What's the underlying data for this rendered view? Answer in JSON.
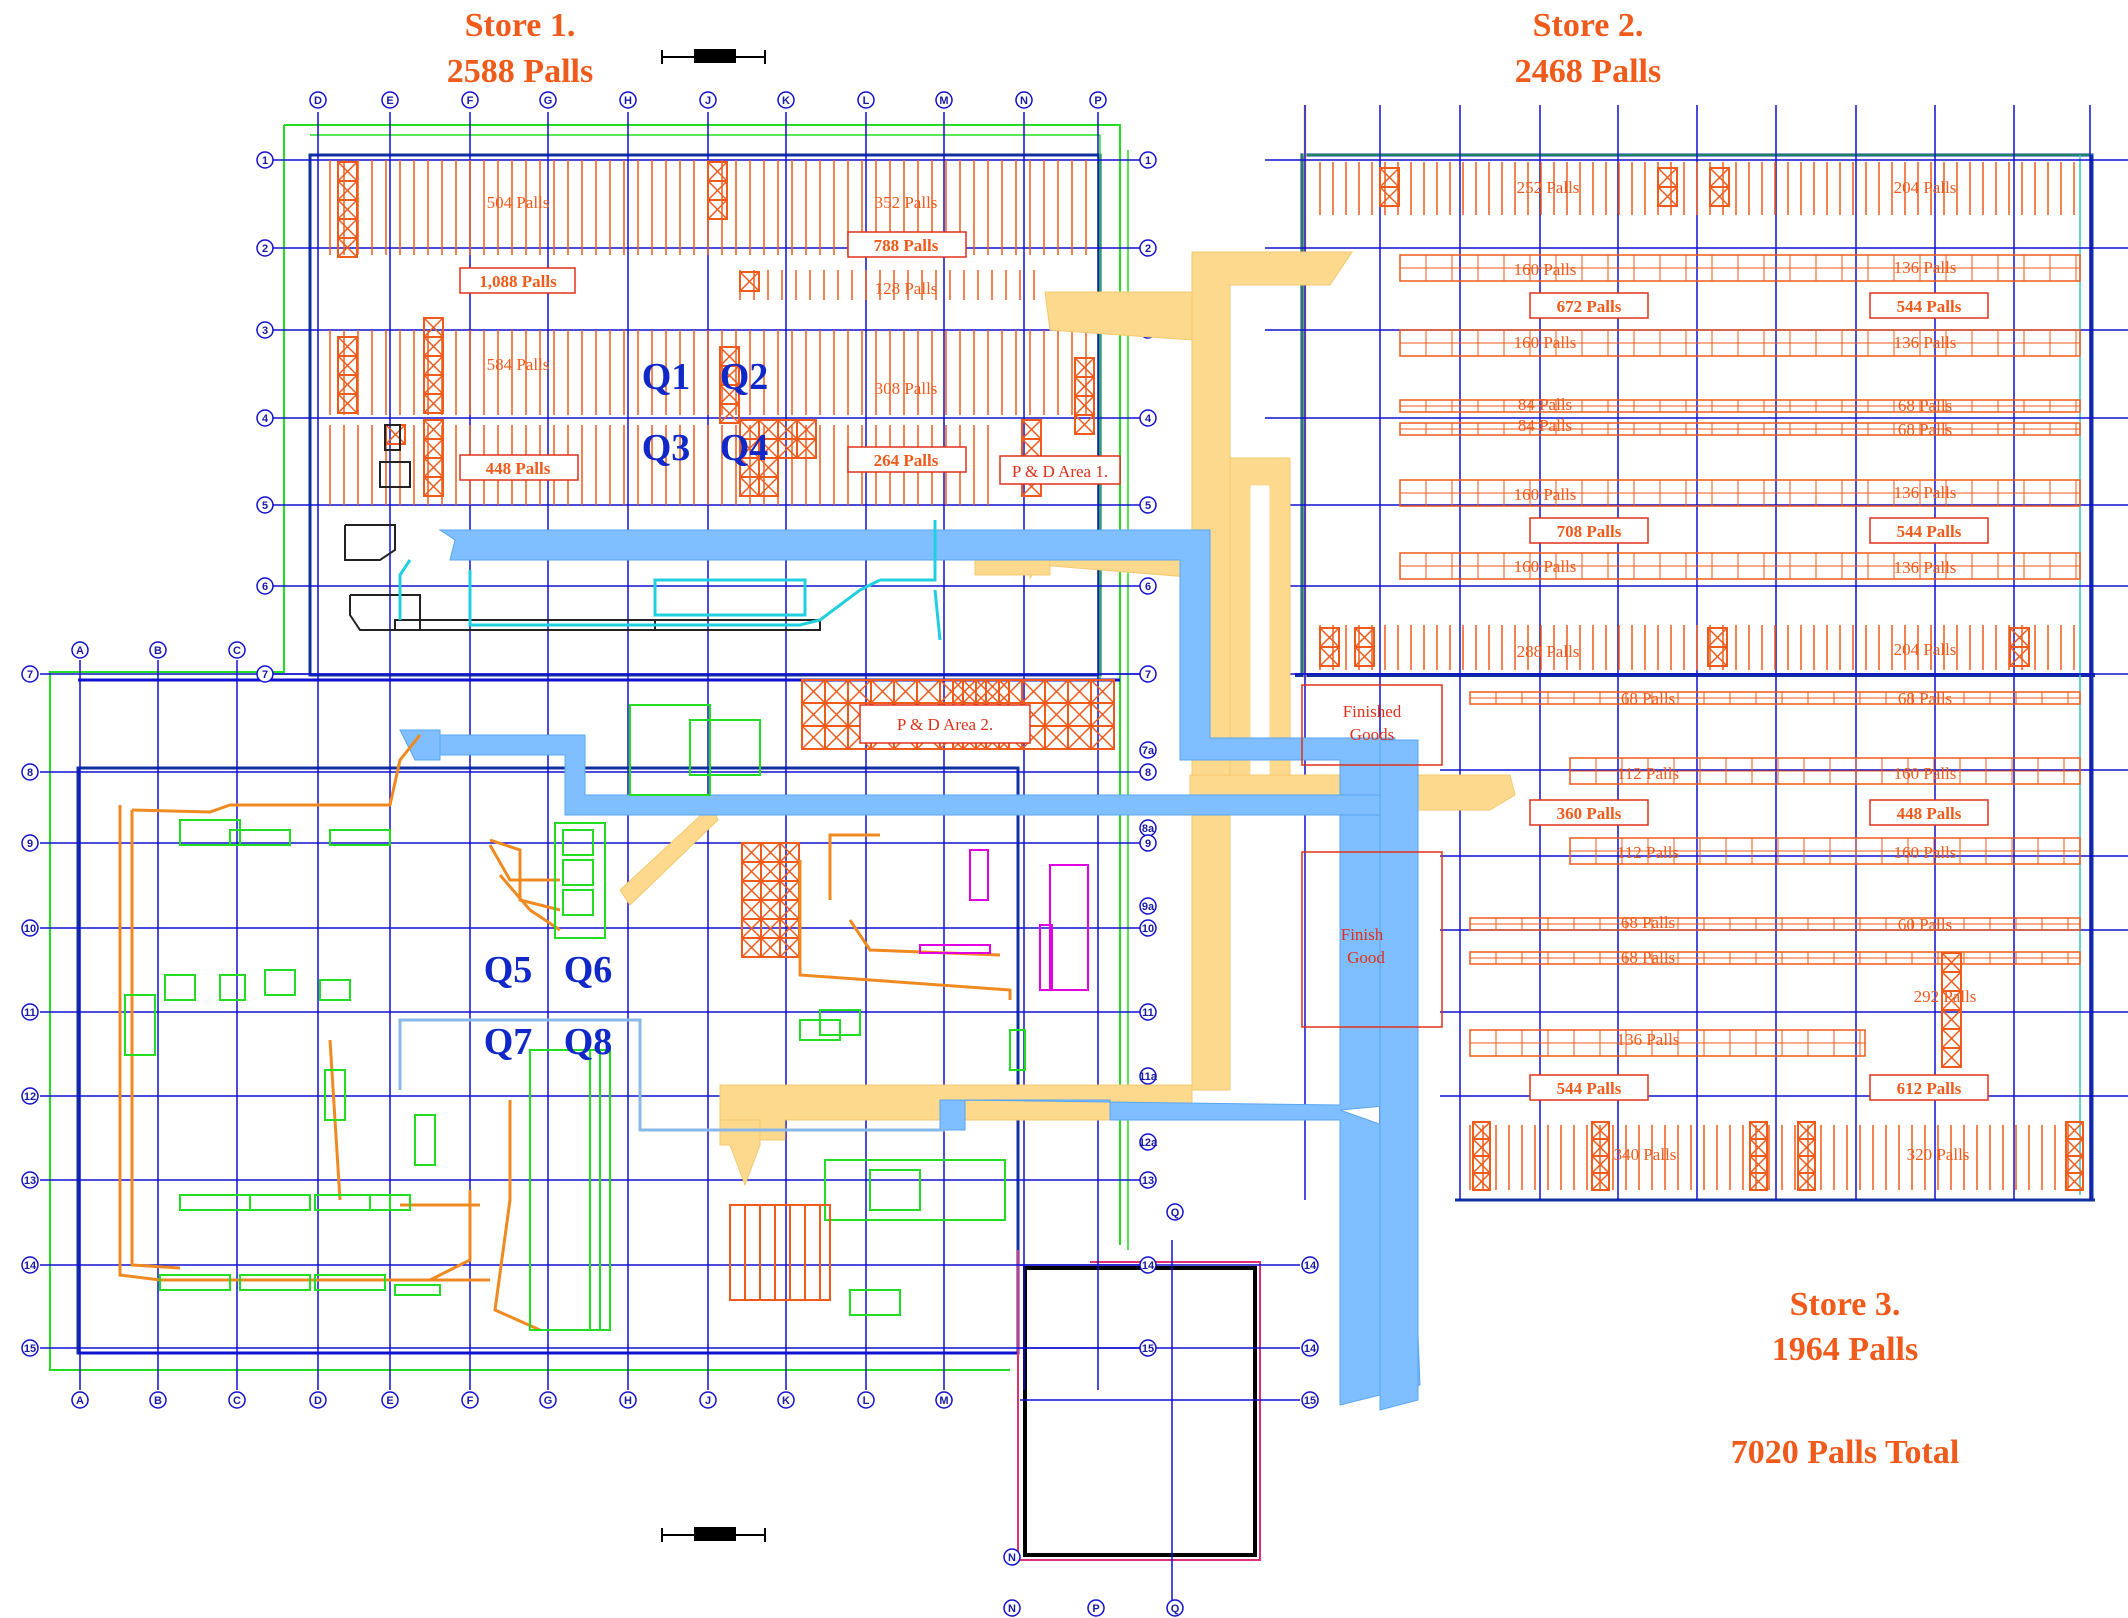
{
  "stores": {
    "store1": {
      "title": "Store 1.",
      "total": "2588  Palls"
    },
    "store2": {
      "title": "Store 2.",
      "total": "2468  Palls"
    },
    "store3": {
      "title": "Store 3.",
      "total": "1964  Palls"
    },
    "grand_total": "7020  Palls Total"
  },
  "quality_zones": [
    "Q1",
    "Q2",
    "Q3",
    "Q4",
    "Q5",
    "Q6",
    "Q7",
    "Q8"
  ],
  "areas": {
    "pd1": "P & D Area 1.",
    "pd2": "P & D Area 2.",
    "fg1a": "Finished",
    "fg1b": "Goods",
    "fg2a": "Finish",
    "fg2b": "Good"
  },
  "store1_labels": {
    "l504": "504 Palls",
    "l352": "352 Palls",
    "l788": "788 Palls",
    "l1088": "1,088 Palls",
    "l128": "128 Palls",
    "l584": "584 Palls",
    "l308": "308 Palls",
    "l448": "448 Palls",
    "l264": "264 Palls"
  },
  "store2_labels": {
    "l252": "252 Palls",
    "l204a": "204 Palls",
    "l160a": "160 Palls",
    "l136a": "136 Palls",
    "l672": "672 Palls",
    "l544a": "544 Palls",
    "l160b": "160 Palls",
    "l136b": "136 Palls",
    "l84a": "84 Palls",
    "l68a": "68 Palls",
    "l84b": "84 Palls",
    "l68b": "68 Palls",
    "l160c": "160 Palls",
    "l136c": "136 Palls",
    "l708": "708 Palls",
    "l544b": "544 Palls",
    "l160d": "160 Palls",
    "l136d": "136 Palls",
    "l288": "288 Palls",
    "l204b": "204 Palls"
  },
  "store3_labels": {
    "l68c": "68 Palls",
    "l68d": "68 Palls",
    "l112a": "112  Palls",
    "l160e": "160 Palls",
    "l360": "360 Palls",
    "l448b": "448 Palls",
    "l112b": "112  Palls",
    "l160f": "160 Palls",
    "l68e": "68 Palls",
    "l60": "60 Palls",
    "l68f": "68 Palls",
    "l292": "292 Palls",
    "l136e": "136 Palls",
    "l544c": "544 Palls",
    "l612": "612 Palls",
    "l340": "340 Palls",
    "l320": "320 Palls"
  },
  "grid_columns_top": [
    "D",
    "E",
    "F",
    "G",
    "H",
    "J",
    "K",
    "L",
    "M",
    "N",
    "P"
  ],
  "grid_columns_bottom": [
    "A",
    "B",
    "C",
    "D",
    "E",
    "F",
    "G",
    "H",
    "J",
    "K",
    "L",
    "M"
  ],
  "grid_columns_lower": [
    "A",
    "B",
    "C"
  ],
  "grid_columns_annex": [
    "N",
    "P",
    "Q"
  ],
  "grid_rows": [
    "1",
    "2",
    "3",
    "4",
    "5",
    "6",
    "7",
    "7a",
    "8",
    "8a",
    "9",
    "9a",
    "10",
    "11",
    "11a",
    "12",
    "12a",
    "13",
    "14",
    "15"
  ],
  "colors": {
    "label": "#f05a1a",
    "quality": "#1028c8",
    "grid": "#1010d0",
    "wall_green": "#22dd22",
    "flow_blue": "#80bfff",
    "flow_yellow": "#fcd98c",
    "pipe_orange": "#f08a20"
  }
}
